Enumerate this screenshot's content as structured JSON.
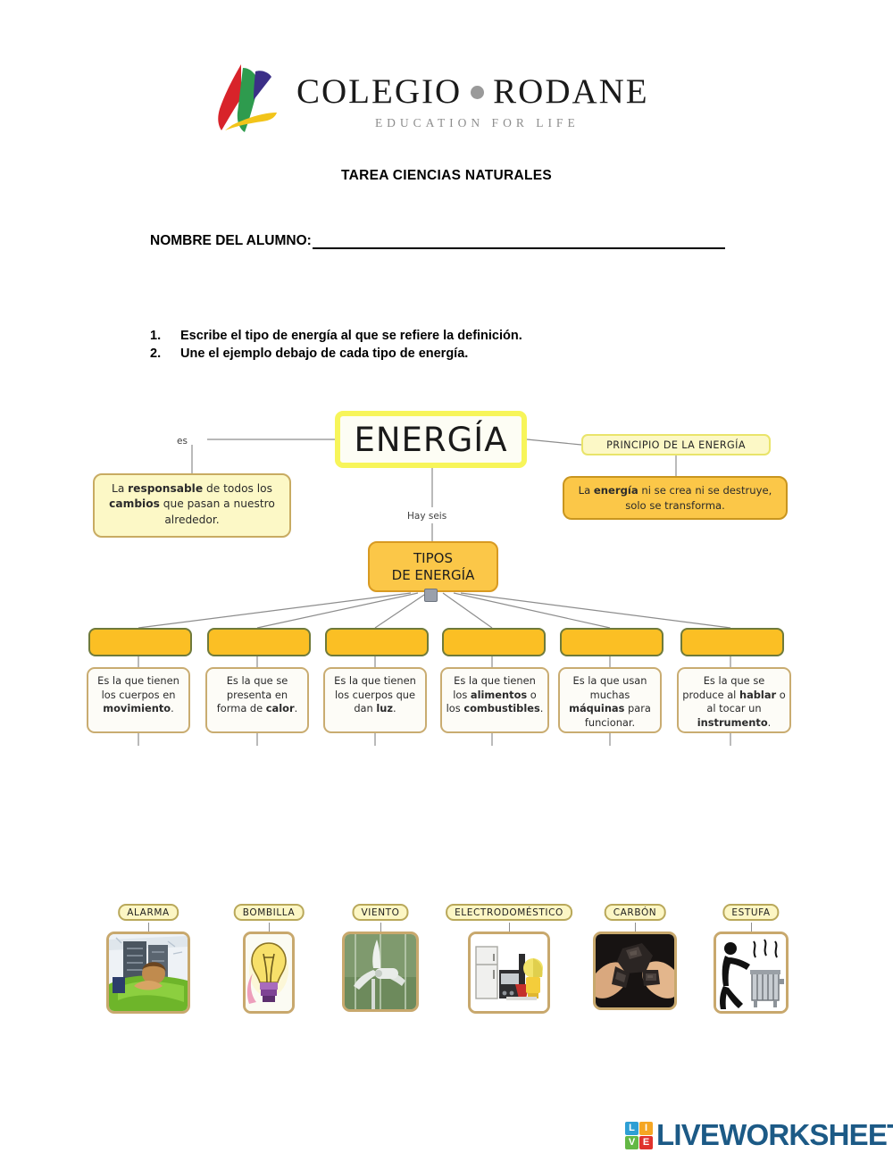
{
  "header": {
    "logo_title_left": "COLEGIO",
    "logo_title_right": "RODANE",
    "logo_tagline": "EDUCATION FOR LIFE",
    "logo_colors": {
      "red": "#d8232a",
      "green": "#2e9b4e",
      "blue": "#3b2f87",
      "yellow": "#f2c41a"
    }
  },
  "document": {
    "title": "TAREA CIENCIAS NATURALES",
    "name_label": "NOMBRE DEL ALUMNO:"
  },
  "instructions": [
    {
      "number": "1.",
      "text": "Escribe el tipo de energía al que se refiere la definición."
    },
    {
      "number": "2.",
      "text": "Une el ejemplo debajo de cada tipo de energía."
    }
  ],
  "mindmap": {
    "root": "ENERGÍA",
    "edge_label_left": "es",
    "edge_label_down": "Hay seis",
    "definition_left_html": "La <b>responsable</b> de todos los <b>cambios</b> que pasan a nuestro alrededor.",
    "principle_title": "PRINCIPIO DE LA ENERGÍA",
    "principle_text_html": "La <b>energía</b> ni se crea ni se destruye, solo se transforma.",
    "types_line1": "TIPOS",
    "types_line2": "DE ENERGÍA",
    "answer_slot_color": "#fbbf24",
    "definitions": [
      {
        "html": "Es la que tienen los cuerpos en <b>movimiento</b>."
      },
      {
        "html": "Es la que se presenta en forma de <b>calor</b>."
      },
      {
        "html": "Es la que tienen los cuerpos que dan <b>luz</b>."
      },
      {
        "html": "Es la que tienen los <b>alimentos</b> o los <b>combustibles</b>."
      },
      {
        "html": "Es la que usan muchas <b>máquinas</b> para funcionar."
      },
      {
        "html": "Es la que se produce al <b>hablar</b> o al tocar un <b>instrumento</b>."
      }
    ]
  },
  "examples": [
    {
      "label": "ALARMA",
      "icon": "alarm-sleeping-person-image"
    },
    {
      "label": "BOMBILLA",
      "icon": "light-bulb-image"
    },
    {
      "label": "VIENTO",
      "icon": "wind-turbine-image"
    },
    {
      "label": "ELECTRODOMÉSTICO",
      "icon": "home-appliances-image"
    },
    {
      "label": "CARBÓN",
      "icon": "hands-holding-coal-image"
    },
    {
      "label": "ESTUFA",
      "icon": "person-at-radiator-heater-image"
    }
  ],
  "footer": {
    "brand": "LIVEWORKSHEETS",
    "blocks": [
      {
        "letter": "L",
        "color": "#2e9fd4"
      },
      {
        "letter": "I",
        "color": "#f5a623"
      },
      {
        "letter": "V",
        "color": "#63b845"
      },
      {
        "letter": "E",
        "color": "#e0322c"
      }
    ],
    "brand_color": "#1c5a86"
  }
}
